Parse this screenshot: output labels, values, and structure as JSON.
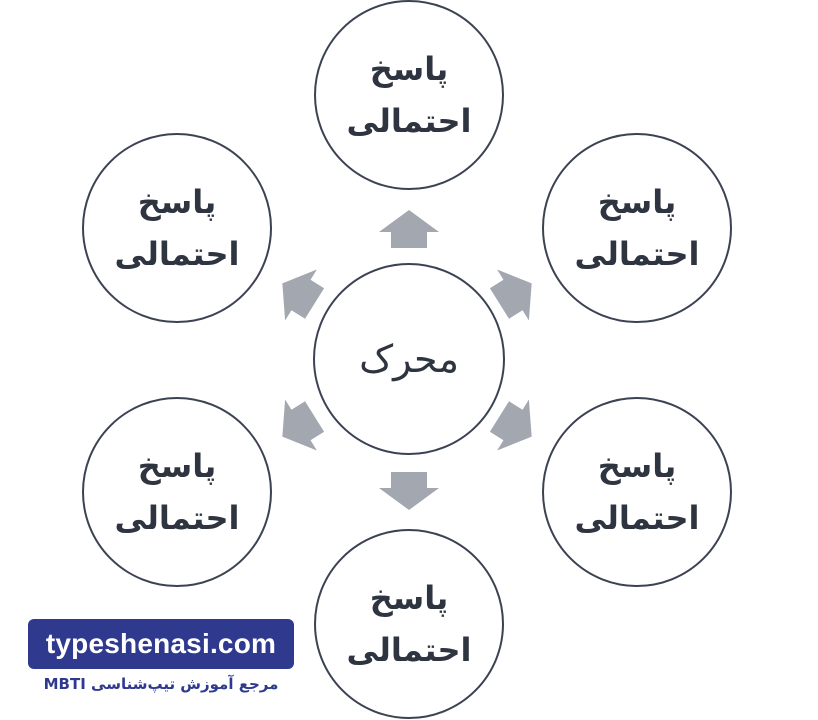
{
  "center": {
    "label": "محرک"
  },
  "nodes": [
    {
      "id": "top",
      "line1": "پاسخ",
      "line2": "احتمالی"
    },
    {
      "id": "upper-right",
      "line1": "پاسخ",
      "line2": "احتمالی"
    },
    {
      "id": "lower-right",
      "line1": "پاسخ",
      "line2": "احتمالی"
    },
    {
      "id": "bottom",
      "line1": "پاسخ",
      "line2": "احتمالی"
    },
    {
      "id": "lower-left",
      "line1": "پاسخ",
      "line2": "احتمالی"
    },
    {
      "id": "upper-left",
      "line1": "پاسخ",
      "line2": "احتمالی"
    }
  ],
  "arrows": [
    {
      "to": "top",
      "icon": "arrow-up-icon"
    },
    {
      "to": "upper-right",
      "icon": "arrow-up-right-icon"
    },
    {
      "to": "lower-right",
      "icon": "arrow-down-right-icon"
    },
    {
      "to": "bottom",
      "icon": "arrow-down-icon"
    },
    {
      "to": "lower-left",
      "icon": "arrow-down-left-icon"
    },
    {
      "to": "upper-left",
      "icon": "arrow-up-left-icon"
    }
  ],
  "watermark": {
    "site": "typeshenasi.com",
    "tagline": "مرجع آموزش تیپ‌شناسی MBTI"
  },
  "colors": {
    "circle_stroke": "#3b4252",
    "text": "#2e3440",
    "arrow": "#a2a7b0",
    "brand": "#2f3a8f"
  }
}
